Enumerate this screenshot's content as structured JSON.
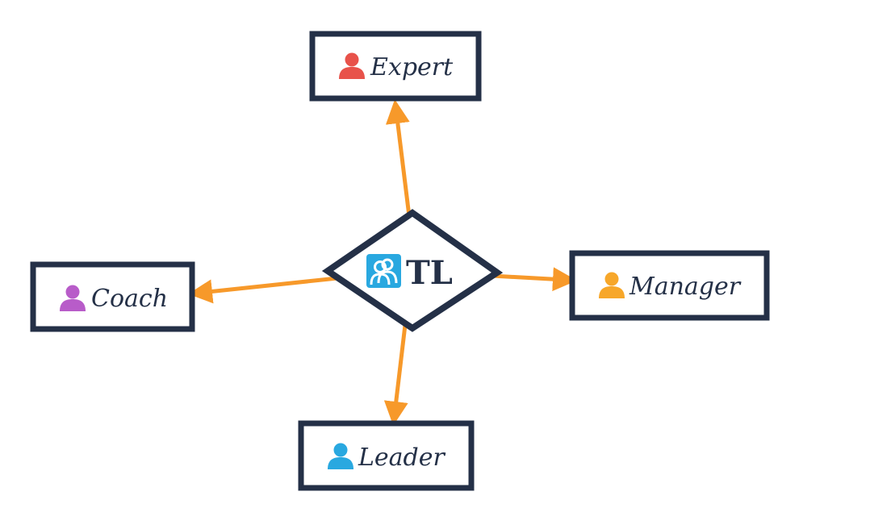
{
  "colors": {
    "box_stroke": "#243047",
    "arrow": "#f7992a",
    "background": "#ffffff"
  },
  "center": {
    "label": "TL",
    "icon": "user-group-icon",
    "icon_color": "#29a8e0"
  },
  "nodes": {
    "expert": {
      "label": "Expert",
      "icon": "user-icon",
      "icon_color": "#e8524a"
    },
    "coach": {
      "label": "Coach",
      "icon": "user-icon",
      "icon_color": "#b85cc9"
    },
    "manager": {
      "label": "Manager",
      "icon": "user-icon",
      "icon_color": "#f7a72a"
    },
    "leader": {
      "label": "Leader",
      "icon": "user-icon",
      "icon_color": "#29a8e0"
    }
  },
  "edges": [
    {
      "from": "TL",
      "to": "Expert"
    },
    {
      "from": "TL",
      "to": "Coach"
    },
    {
      "from": "TL",
      "to": "Manager"
    },
    {
      "from": "TL",
      "to": "Leader"
    }
  ]
}
